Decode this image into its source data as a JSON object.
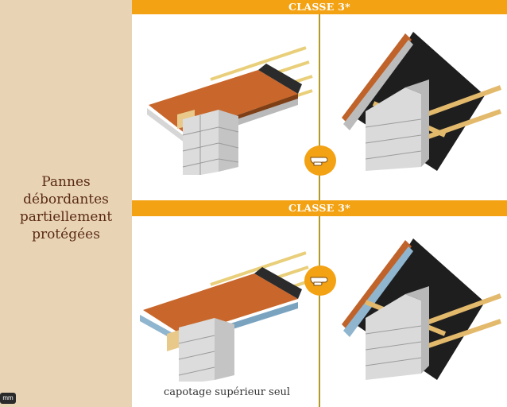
{
  "sidebar": {
    "title_lines": [
      "Pannes",
      "débordantes",
      "partiellement",
      "protégées"
    ]
  },
  "banners": {
    "top": "CLASSE 3*",
    "bottom": "CLASSE 3*"
  },
  "caption": "capotage supérieur seul",
  "scale_badge": "mm",
  "colors": {
    "sidebar_bg": "#e8d3b5",
    "title_text": "#5b2b16",
    "banner_bg": "#f3a213",
    "divider": "#b29a26"
  },
  "icons": {
    "pointer": "pointing-hand-icon"
  }
}
